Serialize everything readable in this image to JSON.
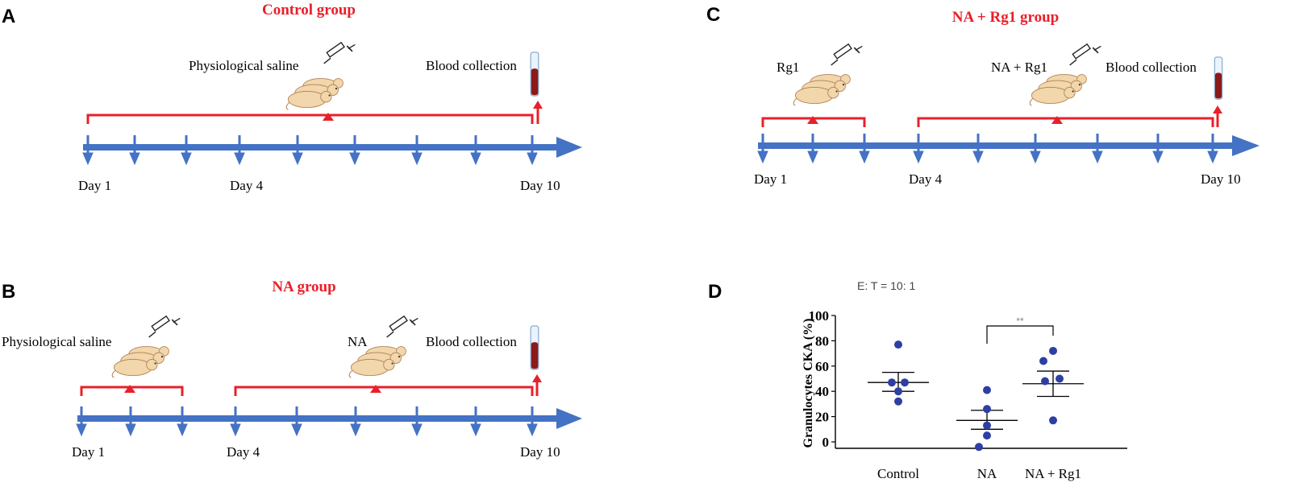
{
  "colors": {
    "red": "#e8202a",
    "blue": "#4472c4",
    "dot": "#2e3fa3",
    "rat": "#f2d6ac",
    "blood": "#8b1a1a"
  },
  "panels": {
    "A": {
      "letter": "A",
      "title": "Control group",
      "injection": "Physiological saline",
      "blood": "Blood collection",
      "days": [
        "Day 1",
        "Day 4",
        "Day 10"
      ]
    },
    "B": {
      "letter": "B",
      "title": "NA group",
      "injection1": "Physiological saline",
      "injection2": "NA",
      "blood": "Blood collection",
      "days": [
        "Day 1",
        "Day 4",
        "Day 10"
      ]
    },
    "C": {
      "letter": "C",
      "title": "NA + Rg1 group",
      "injection1": "Rg1",
      "injection2": "NA + Rg1",
      "blood": "Blood collection",
      "days": [
        "Day 1",
        "Day 4",
        "Day 10"
      ]
    },
    "D": {
      "letter": "D",
      "note": "E: T = 10: 1",
      "significance": "**"
    }
  },
  "chart_data": {
    "type": "scatter",
    "title": "",
    "xlabel": "",
    "ylabel": "Granulocytes CKA (%)",
    "ylim": [
      0,
      100
    ],
    "yticks": [
      "0",
      "20",
      "40",
      "60",
      "80",
      "100"
    ],
    "categories": [
      "Control",
      "NA",
      "NA + Rg1"
    ],
    "series": [
      {
        "values": [
          77,
          47,
          47,
          40,
          32
        ],
        "mean": 47,
        "sem_low": 40,
        "sem_high": 55
      },
      {
        "values": [
          41,
          26,
          13,
          5,
          -4
        ],
        "mean": 17,
        "sem_low": 10,
        "sem_high": 25
      },
      {
        "values": [
          72,
          64,
          50,
          48,
          17
        ],
        "mean": 46,
        "sem_low": 36,
        "sem_high": 56
      }
    ],
    "comparison": {
      "from": "NA",
      "to": "NA + Rg1",
      "label": "**"
    }
  }
}
